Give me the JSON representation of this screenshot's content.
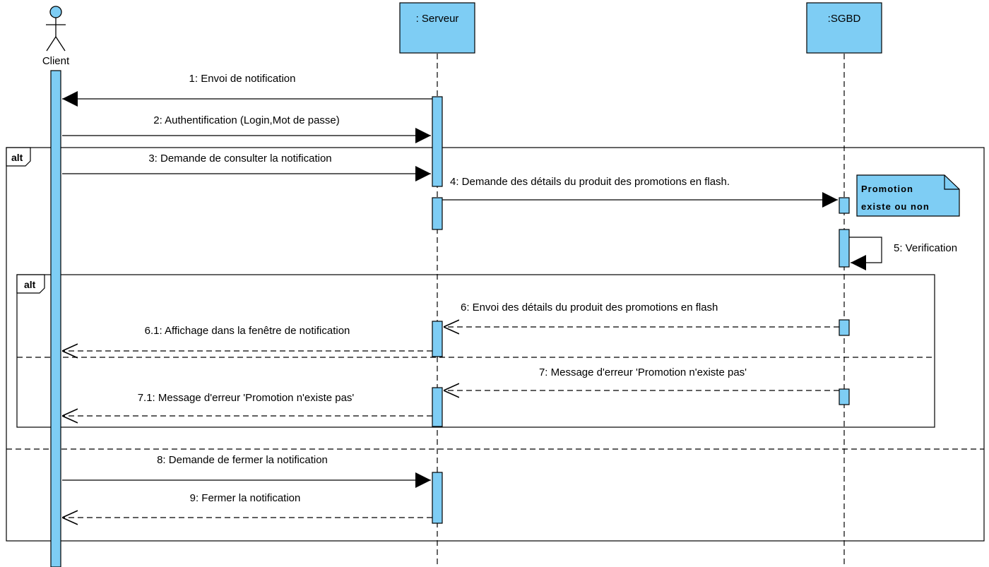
{
  "colors": {
    "box_fill": "#7ecdf4",
    "stroke": "#000000",
    "background": "#ffffff"
  },
  "actor": {
    "label": "Client",
    "icon": "stick-figure-icon"
  },
  "lifelines": {
    "serveur": ": Serveur",
    "sgbd": ":SGBD"
  },
  "frames": {
    "outer_tag": "alt",
    "inner_tag": "alt"
  },
  "note": {
    "line1": "Promotion",
    "line2": "existe ou non"
  },
  "messages": [
    "1: Envoi de notification",
    "2: Authentification (Login,Mot de passe)",
    "3: Demande de consulter la notification",
    "4: Demande des détails du produit des  promotions en flash.",
    "5: Verification",
    "6:  Envoi des détails du produit des  promotions en flash",
    "6.1: Affichage dans la fenêtre de notification",
    "7: Message d'erreur 'Promotion n'existe pas'",
    "7.1: Message d'erreur 'Promotion n'existe pas'",
    "8: Demande de fermer la notification",
    "9: Fermer la notification"
  ]
}
